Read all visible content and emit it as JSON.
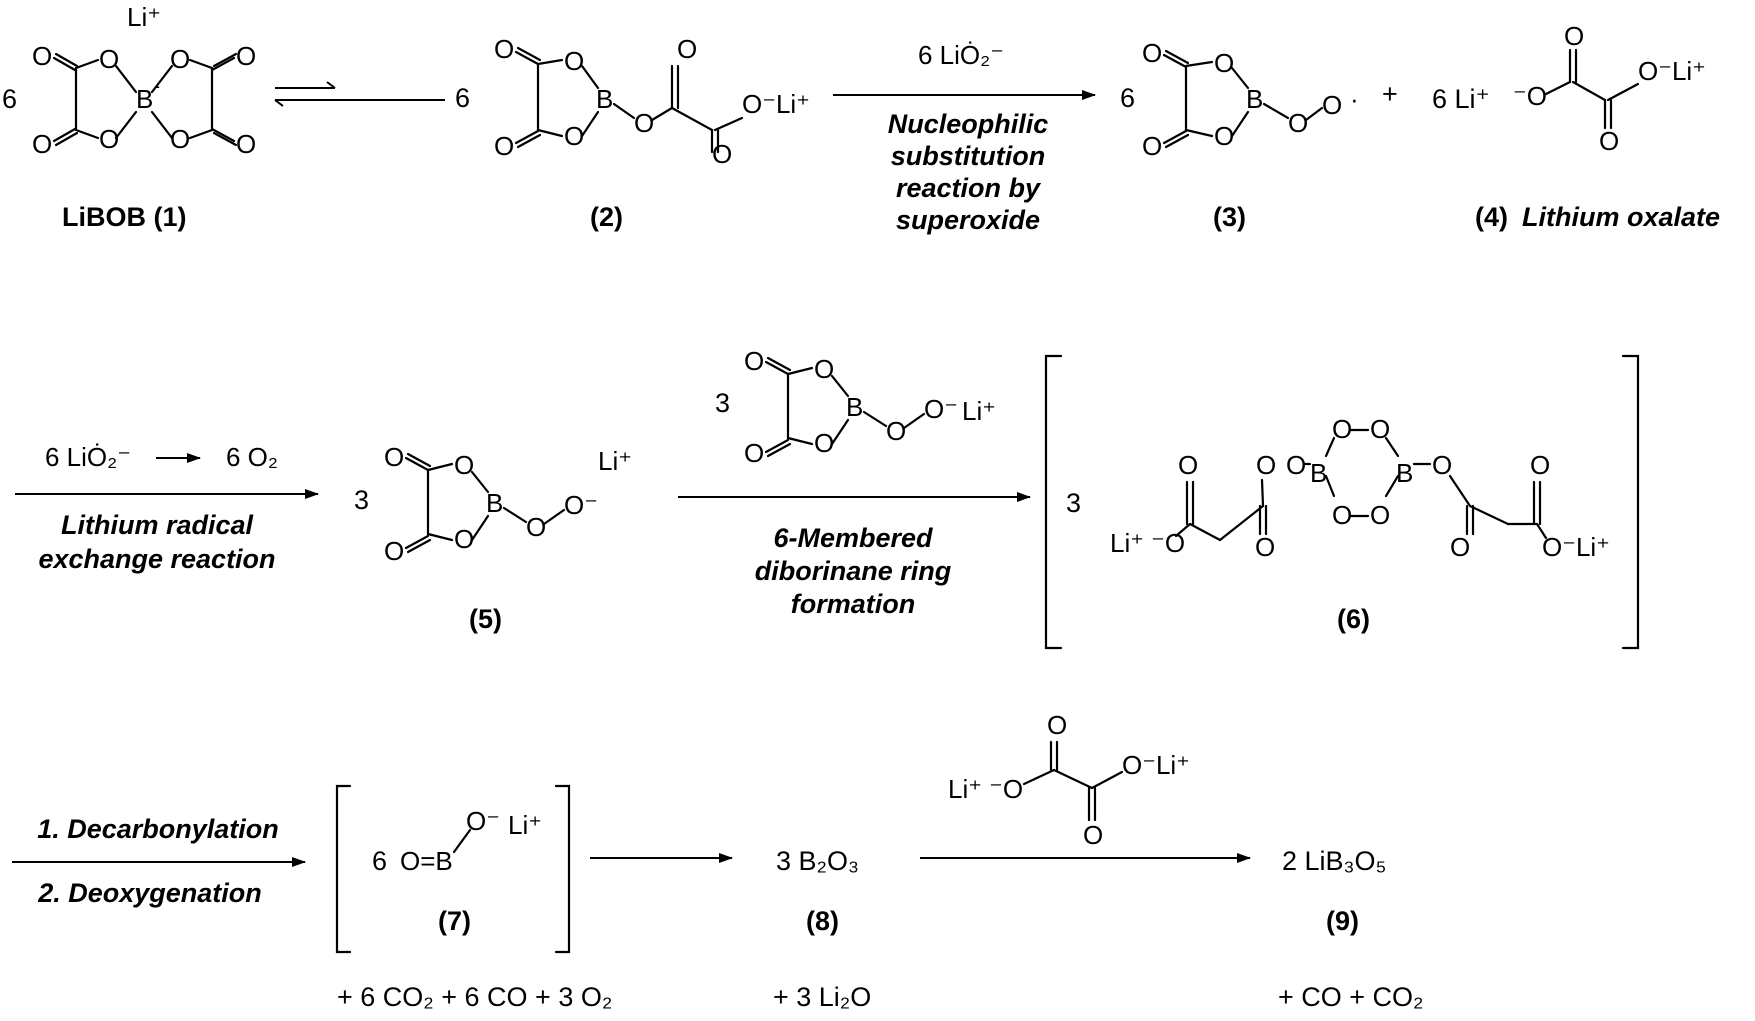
{
  "row1": {
    "libob": {
      "coef": "6",
      "cation": "Li⁺",
      "label": "LiBOB (1)"
    },
    "compound2": {
      "coef": "6",
      "counterion": "O⁻Li⁺",
      "label": "(2)"
    },
    "arrow1": {
      "reagent": "6 LiȮ₂⁻",
      "caption_lines": [
        "Nucleophilic",
        "substitution",
        "reaction by",
        "superoxide"
      ]
    },
    "compound3": {
      "coef": "6",
      "label": "(3)",
      "plus": "+"
    },
    "compound4": {
      "coef": "6 Li⁺",
      "anion_left": "⁻O",
      "anion_right": "O⁻Li⁺",
      "label_num": "(4)",
      "label_name": "Lithium oxalate"
    }
  },
  "row2": {
    "arrow2": {
      "top_left": "6 LiȮ₂⁻",
      "top_right": "6 O₂",
      "caption_lines": [
        "Lithium radical",
        "exchange reaction"
      ]
    },
    "compound5": {
      "coef": "3",
      "cation": "Li⁺",
      "end": "O⁻",
      "label": "(5)"
    },
    "arrow3": {
      "reagent_coef": "3",
      "reagent_end": "O⁻",
      "reagent_cation": "Li⁺",
      "caption_lines": [
        "6-Membered",
        "diborinane ring",
        "formation"
      ]
    },
    "compound6": {
      "coef": "3",
      "left_ion": "Li⁺ ⁻O",
      "right_ion": "O⁻Li⁺",
      "label": "(6)"
    }
  },
  "row3": {
    "arrow4": {
      "top": "1. Decarbonylation",
      "bottom": "2. Deoxygenation"
    },
    "compound7": {
      "coef": "6",
      "formula": "O=B",
      "anion": "O⁻",
      "cation": "Li⁺",
      "label": "(7)",
      "byproducts": "+ 6 CO₂ + 6 CO + 3 O₂"
    },
    "compound8": {
      "formula": "3 B₂O₃",
      "label": "(8)",
      "byproducts": "+ 3 Li₂O"
    },
    "arrow6": {
      "left_ion": "Li⁺ ⁻O",
      "right_ion": "O⁻Li⁺"
    },
    "compound9": {
      "formula": "2 LiB₃O₅",
      "label": "(9)",
      "byproducts": "+ CO + CO₂"
    }
  }
}
